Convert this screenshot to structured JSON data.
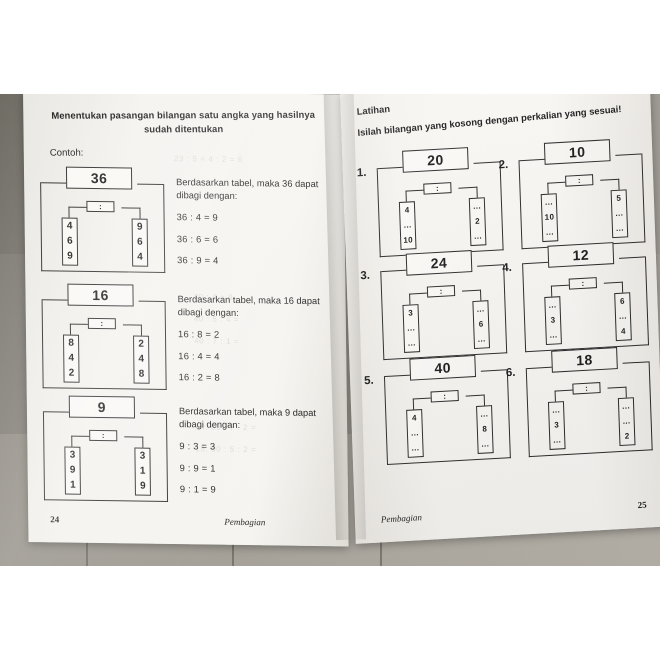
{
  "scene": {
    "surface_color": "#8d8a82",
    "page_color": "#f2f0ec",
    "ink_color": "#1b1b1b"
  },
  "left_page": {
    "lesson_title": "Menentukan pasangan bilangan satu angka yang hasilnya sudah ditentukan",
    "contoh_label": "Contoh:",
    "examples": [
      {
        "dividend": "36",
        "operator": ":",
        "left_column": [
          "4",
          "6",
          "9"
        ],
        "right_column": [
          "9",
          "6",
          "4"
        ],
        "statement": "Berdasarkan tabel, maka 36 dapat dibagi dengan:",
        "equations": [
          "36 : 4 = 9",
          "36 : 6 = 6",
          "36 : 9 = 4"
        ]
      },
      {
        "dividend": "16",
        "operator": ":",
        "left_column": [
          "8",
          "4",
          "2"
        ],
        "right_column": [
          "2",
          "4",
          "8"
        ],
        "statement": "Berdasarkan tabel, maka 16 dapat dibagi dengan:",
        "equations": [
          "16 : 8 = 2",
          "16 : 4 = 4",
          "16 : 2 = 8"
        ]
      },
      {
        "dividend": "9",
        "operator": ":",
        "left_column": [
          "3",
          "9",
          "1"
        ],
        "right_column": [
          "3",
          "1",
          "9"
        ],
        "statement": "Berdasarkan tabel, maka 9 dapat dibagi dengan:",
        "equations": [
          "9 : 3 = 3",
          "9 : 9 = 1",
          "9 : 1 = 9"
        ]
      }
    ],
    "footer": {
      "page_number": "24",
      "chapter": "Pembagian"
    }
  },
  "right_page": {
    "latihan_label": "Latihan",
    "instruction": "Isilah bilangan yang kosong dengan perkalian yang sesuai!",
    "exercises": [
      {
        "number": "1.",
        "dividend": "20",
        "operator": ":",
        "left_column": [
          "4",
          "...",
          "10"
        ],
        "right_column": [
          "...",
          "2",
          "..."
        ]
      },
      {
        "number": "2.",
        "dividend": "10",
        "operator": ":",
        "left_column": [
          "...",
          "10",
          "..."
        ],
        "right_column": [
          "5",
          "...",
          "..."
        ]
      },
      {
        "number": "3.",
        "dividend": "24",
        "operator": ":",
        "left_column": [
          "3",
          "...",
          "..."
        ],
        "right_column": [
          "...",
          "6",
          "..."
        ]
      },
      {
        "number": "4.",
        "dividend": "12",
        "operator": ":",
        "left_column": [
          "...",
          "3",
          "..."
        ],
        "right_column": [
          "6",
          "...",
          "4"
        ]
      },
      {
        "number": "5.",
        "dividend": "40",
        "operator": ":",
        "left_column": [
          "4",
          "...",
          "..."
        ],
        "right_column": [
          "...",
          "8",
          "..."
        ]
      },
      {
        "number": "6.",
        "dividend": "18",
        "operator": ":",
        "left_column": [
          "...",
          "3",
          "..."
        ],
        "right_column": [
          "...",
          "...",
          "2"
        ]
      }
    ],
    "footer": {
      "page_number": "25",
      "chapter": "Pembagian"
    }
  }
}
